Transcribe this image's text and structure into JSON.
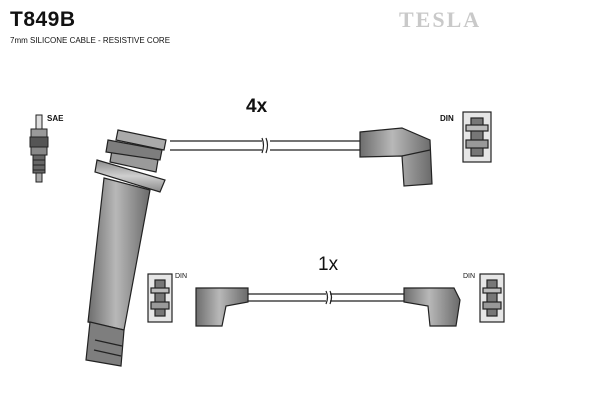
{
  "header": {
    "part_number": "T849B",
    "description": "7mm SILICONE CABLE - RESISTIVE CORE",
    "brand": "TESLA"
  },
  "labels": {
    "sae": "SAE",
    "din_top": "DIN",
    "din_bottom_left": "DIN",
    "din_bottom_right": "DIN"
  },
  "quantities": {
    "top_cable": "4x",
    "bottom_cable": "1x"
  }
}
